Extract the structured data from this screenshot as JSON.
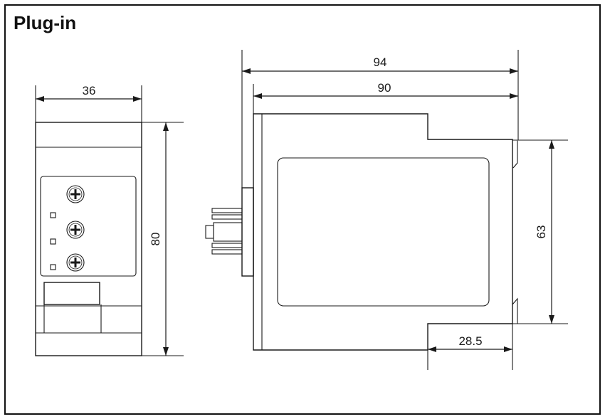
{
  "title": "Plug-in",
  "dimensions": {
    "front_width": "36",
    "front_height": "80",
    "side_total_length": "94",
    "side_body_length": "90",
    "side_body_height": "63",
    "rail_offset": "28.5"
  }
}
